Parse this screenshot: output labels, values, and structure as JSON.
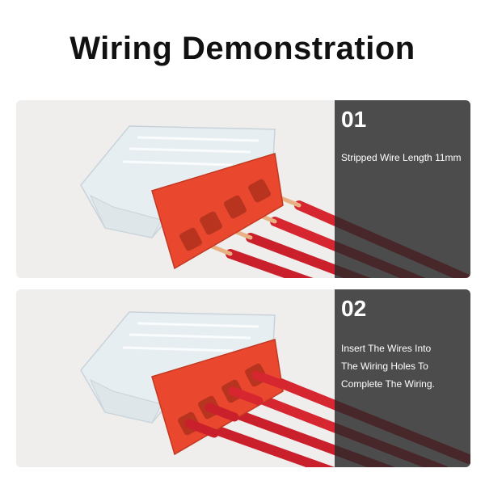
{
  "title": "Wiring Demonstration",
  "steps": [
    {
      "number": "01",
      "lines": [
        "Stripped Wire Length 11mm"
      ]
    },
    {
      "number": "02",
      "lines": [
        "Insert The Wires Into",
        "The Wiring Holes To",
        "Complete The Wiring."
      ]
    }
  ],
  "colors": {
    "connector_body": "#e9482f",
    "wire": "#d62630",
    "copper": "#e8b183",
    "overlay": "#2f2f31",
    "panel_bg": "#f0eded"
  }
}
